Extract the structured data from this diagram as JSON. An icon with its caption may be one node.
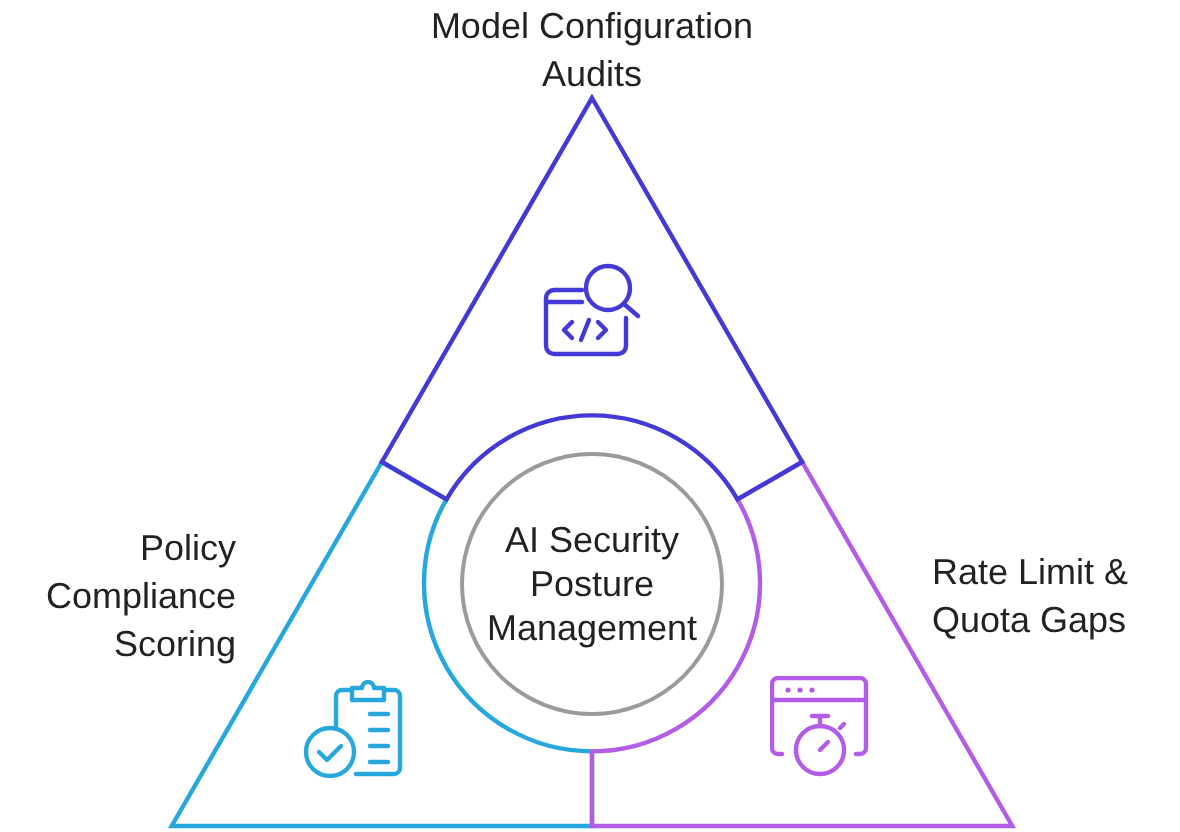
{
  "diagram": {
    "nodes": [
      {
        "text": [
          "Model Configuration Audits"
        ]
      },
      {
        "text": [
          "Policy Compliance Scoring"
        ]
      },
      {
        "text": [
          "AI Security Posture Management"
        ]
      },
      {
        "text": [
          "Rate Limit & Quota Gaps"
        ]
      }
    ]
  }
}
